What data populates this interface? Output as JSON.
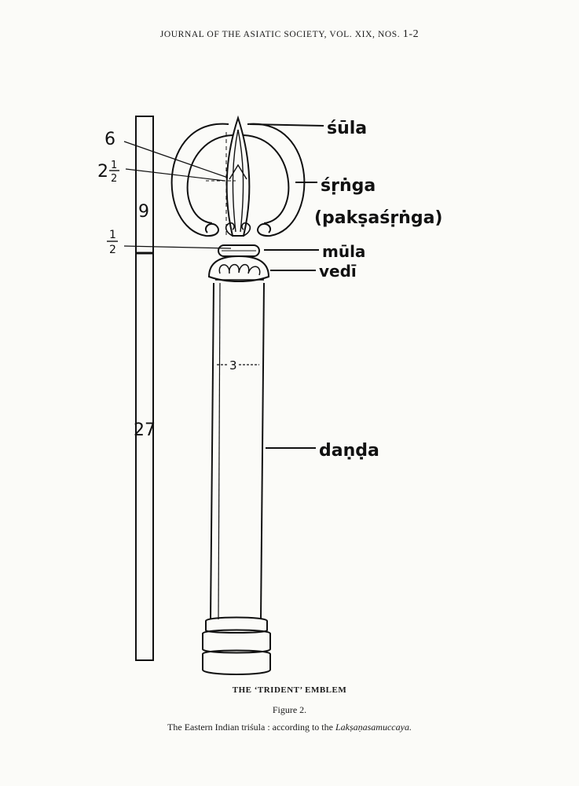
{
  "header": {
    "text": "JOURNAL OF THE ASIATIC SOCIETY, VOL. XIX, NOS.",
    "nos": "1-2"
  },
  "labels": {
    "sula": "śūla",
    "srnga": "śṛṅga",
    "paksasrnga": "(pakṣaśṛṅga)",
    "mula": "mūla",
    "vedi": "vedī",
    "danda": "daṇḍa"
  },
  "measures": {
    "m6": "6",
    "m2half_whole": "2",
    "frac_num": "1",
    "frac_den": "2",
    "m9": "9",
    "m27": "27",
    "m3": "3"
  },
  "caption": {
    "title": "THE ‘TRIDENT’ EMBLEM",
    "figure": "Figure  2.",
    "desc_prefix": "The Eastern Indian triśula : according to the",
    "desc_italic": "Lakṣaṇasamuccaya."
  }
}
